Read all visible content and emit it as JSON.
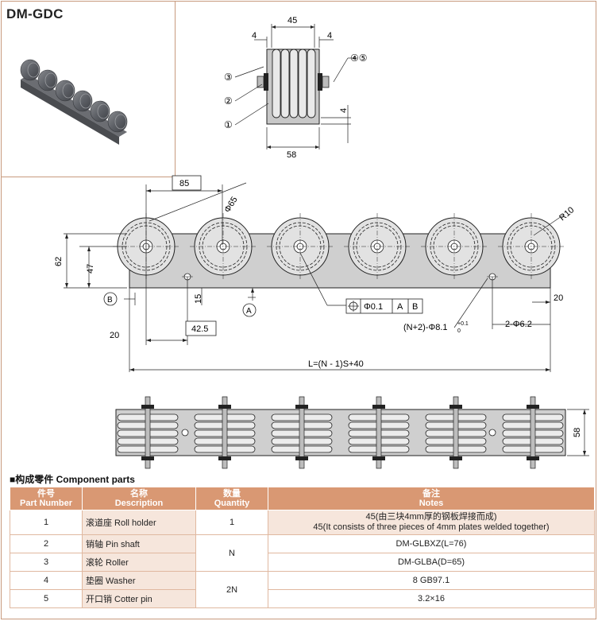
{
  "title": "DM-GDC",
  "drawing": {
    "side": {
      "dim_width": "45",
      "dim_left": "4",
      "dim_right": "4",
      "dim_bottom_offset": "4",
      "dim_base": "58",
      "callout_1": "①",
      "callout_2": "②",
      "callout_3": "③",
      "callout_45": "④⑤"
    },
    "front": {
      "pitch": "85",
      "roller_dia": "Φ65",
      "radius": "R10",
      "height_total": "62",
      "height_mid": "47",
      "dim_15": "15",
      "dim_left": "20",
      "dim_right": "20",
      "hole_pos": "42.5",
      "datum_a": "A",
      "datum_b": "B",
      "position_tol": "Φ0.1",
      "ref_a": "A",
      "ref_b": "B",
      "mount_holes": "2-Φ6.2",
      "pin_holes_prefix": "(N+2)-Φ8.1",
      "pin_holes_tol_upper": "+0.1",
      "pin_holes_tol_lower": "0",
      "length_formula": "L=(N - 1)S+40"
    },
    "top": {
      "width": "58"
    }
  },
  "parts": {
    "section_title": "■构成零件 Component parts",
    "headers": [
      {
        "cn": "件号",
        "en": "Part Number"
      },
      {
        "cn": "名称",
        "en": "Description"
      },
      {
        "cn": "数量",
        "en": "Quantity"
      },
      {
        "cn": "备注",
        "en": "Notes"
      }
    ],
    "rows": [
      {
        "no": "1",
        "desc": "滚道座 Roll holder",
        "qty": "1",
        "notes_cn": "45(由三块4mm厚的钢板焊接而成)",
        "notes_en": "45(It consists of three pieces of 4mm plates welded together)"
      },
      {
        "no": "2",
        "desc": "销轴 Pin shaft",
        "qty": "N",
        "notes": "DM-GLBXZ(L=76)"
      },
      {
        "no": "3",
        "desc": "滚轮 Roller",
        "notes": "DM-GLBA(D=65)"
      },
      {
        "no": "4",
        "desc": "垫圈 Washer",
        "qty": "2N",
        "notes": "8 GB97.1"
      },
      {
        "no": "5",
        "desc": "开口销 Cotter pin",
        "notes": "3.2×16"
      }
    ]
  }
}
